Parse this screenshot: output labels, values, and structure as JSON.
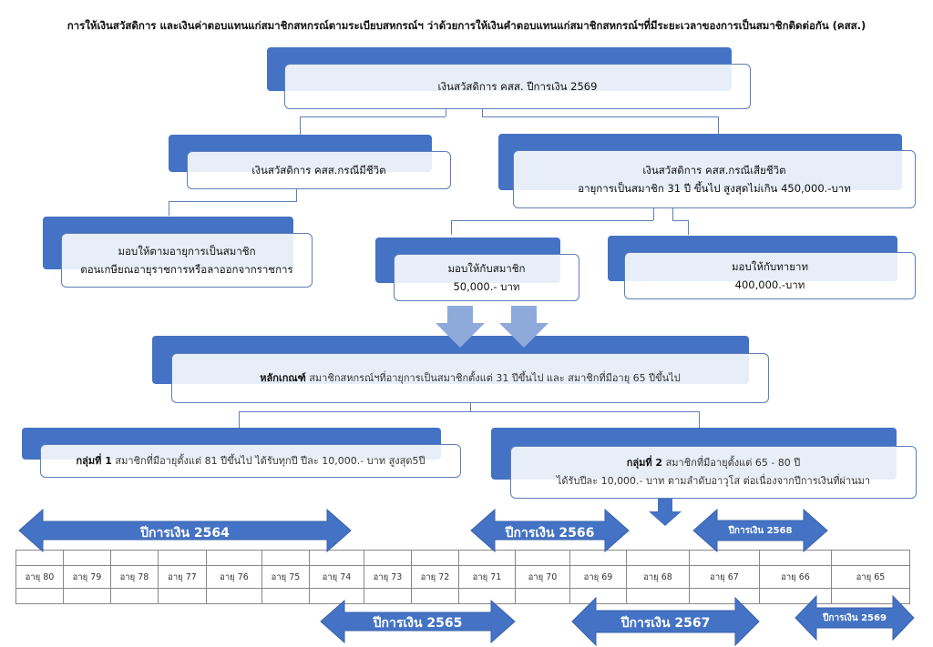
{
  "title": "การให้เงินสวัสดิการ และเงินค่าตอบแทนแก่สมาชิกสหกรณ์ตามระเบียบสหกรณ์ฯ  ว่าด้วยการให้เงินคำตอบแทนแก่สมาชิกสหกรณ์ฯที่มีระยะเวลาของการเป็นสมาชิกติดต่อกัน (คสส.)",
  "colors": {
    "primary": "#4472c4",
    "arrow_light": "#8eaadb",
    "border": "#5f7fb8"
  },
  "nodes": {
    "root": {
      "text": "เงินสวัสดิการ คสส.  ปีการเงิน 2569"
    },
    "alive": {
      "text": "เงินสวัสดิการ คสส.กรณีมีชีวิต"
    },
    "deceased": {
      "line1": "เงินสวัสดิการ คสส.กรณีเสียชีวิต",
      "line2": "อายุการเป็นสมาชิก 31 ปี ขึ้นไป สูงสุดไม่เกิน 450,000.-บาท"
    },
    "retire": {
      "line1": "มอบให้ตามอายุการเป็นสมาชิก",
      "line2": "ตอนเกษียณอายุราชการหรือลาออกจากราชการ"
    },
    "to_member": {
      "line1": "มอบให้กับสมาชิก",
      "line2": "50,000.- บาท"
    },
    "to_heir": {
      "line1": "มอบให้กับทายาท",
      "line2": "400,000.-บาท"
    },
    "criteria": {
      "label": "หลักเกณฑ์",
      "text": " สมาชิกสหกรณ์ฯที่อายุการเป็นสมาชิกตั้งแต่ 31 ปีขึ้นไป  และ  สมาชิกที่มีอายุ 65 ปีขึ้นไป"
    },
    "group1": {
      "label": "กลุ่มที่ 1",
      "text": " สมาชิกที่มีอายุตั้งแต่ 81 ปีขึ้นไป  ได้รับทุกปี  ปีละ 10,000.- บาท สูงสุด5ปี"
    },
    "group2": {
      "label": "กลุ่มที่ 2",
      "text": "  สมาชิกที่มีอายุตั้งแต่ 65 - 80 ปี",
      "line2": "ได้รับปีละ 10,000.- บาท ตามลำดับอาวุโส ต่อเนื่องจากปีการเงินที่ผ่านมา"
    }
  },
  "ages": [
    "อายุ 80",
    "อายุ 79",
    "อายุ 78",
    "อายุ 77",
    "อายุ 76",
    "อายุ 75",
    "อายุ 74",
    "อายุ 73",
    "อายุ 72",
    "อายุ 71",
    "อายุ 70",
    "อายุ 69",
    "อายุ 68",
    "อายุ 67",
    "อายุ 66",
    "อายุ 65"
  ],
  "fiscal_years": {
    "fy2564": "ปีการเงิน 2564",
    "fy2565": "ปีการเงิน 2565",
    "fy2566": "ปีการเงิน 2566",
    "fy2567": "ปีการเงิน 2567",
    "fy2568": "ปีการเงิน 2568",
    "fy2569": "ปีการเงิน 2569"
  }
}
